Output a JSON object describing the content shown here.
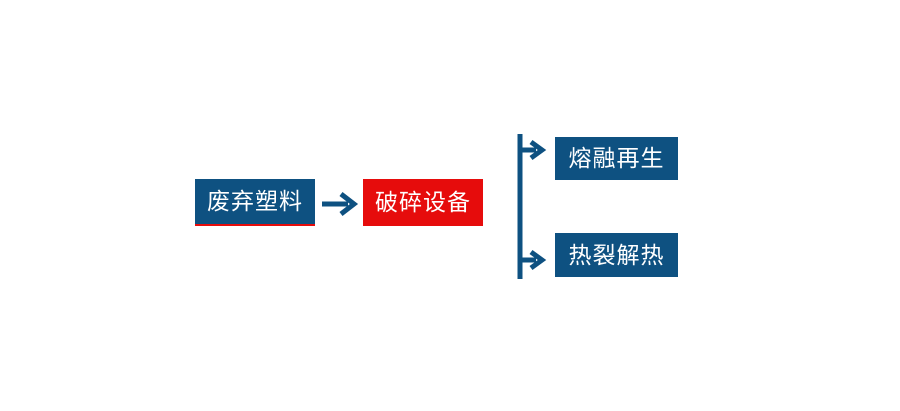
{
  "colors": {
    "background": "#ffffff",
    "blue": "#0e5181",
    "red": "#e60c0c",
    "box_text": "#ffffff"
  },
  "flow": {
    "source": {
      "label": "废弃塑料"
    },
    "process": {
      "label": "破碎设备"
    },
    "outputs": [
      {
        "label": "熔融再生"
      },
      {
        "label": "热裂解热"
      }
    ],
    "icons": {
      "main_arrow": "right-arrow-icon",
      "branch_connector": "branch-fork-icon"
    }
  }
}
